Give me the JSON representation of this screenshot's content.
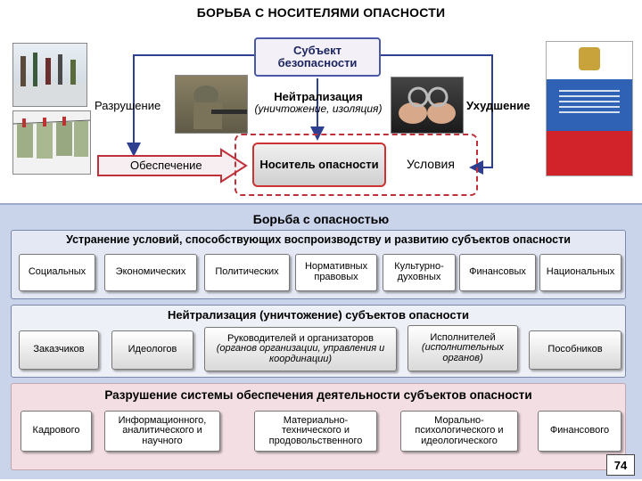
{
  "title": "БОРЬБА С НОСИТЕЛЯМИ ОПАСНОСТИ",
  "subject_box": "Субъект безопасности",
  "labels": {
    "destruction": "Разрушение",
    "neutralization_title": "Нейтрализация",
    "neutralization_sub": "(уничтожение, изоляция)",
    "deterioration": "Ухудшение",
    "support": "Обеспечение",
    "carrier": "Носитель опасности",
    "conditions": "Условия"
  },
  "band_title": "Борьба с опасностью",
  "section1": {
    "title": "Устранение условий, способствующих воспроизводству и развитию субъектов опасности",
    "items": [
      "Социальных",
      "Экономических",
      "Политических",
      "Нормативных правовых",
      "Культурно-духовных",
      "Финансовых",
      "Национальных"
    ]
  },
  "section2": {
    "title": "Нейтрализация (уничтожение) субъектов опасности",
    "items": [
      {
        "main": "Заказчиков",
        "sub": ""
      },
      {
        "main": "Идеологов",
        "sub": ""
      },
      {
        "main": "Руководителей и организаторов",
        "sub": "(органов организации, управления и координации)"
      },
      {
        "main": "Исполнителей",
        "sub": "(исполнительных органов)"
      },
      {
        "main": "Пособников",
        "sub": ""
      }
    ]
  },
  "section3": {
    "title": "Разрушение системы обеспечения деятельности субъектов опасности",
    "items": [
      "Кадрового",
      "Информационного, аналитического и научного",
      "Материально-технического и продовольственного",
      "Морально-психологического и идеологического",
      "Финансового"
    ]
  },
  "page_number": "74",
  "colors": {
    "accent_red": "#c0303a",
    "band_blue": "#c9d3ea",
    "subject_border": "#4b5aa6",
    "arrow": "#2e3f8f"
  },
  "photos": [
    "weapons-photo",
    "hanging-money-photo",
    "soldier-photo",
    "handcuffs-photo",
    "document-cover-photo"
  ]
}
